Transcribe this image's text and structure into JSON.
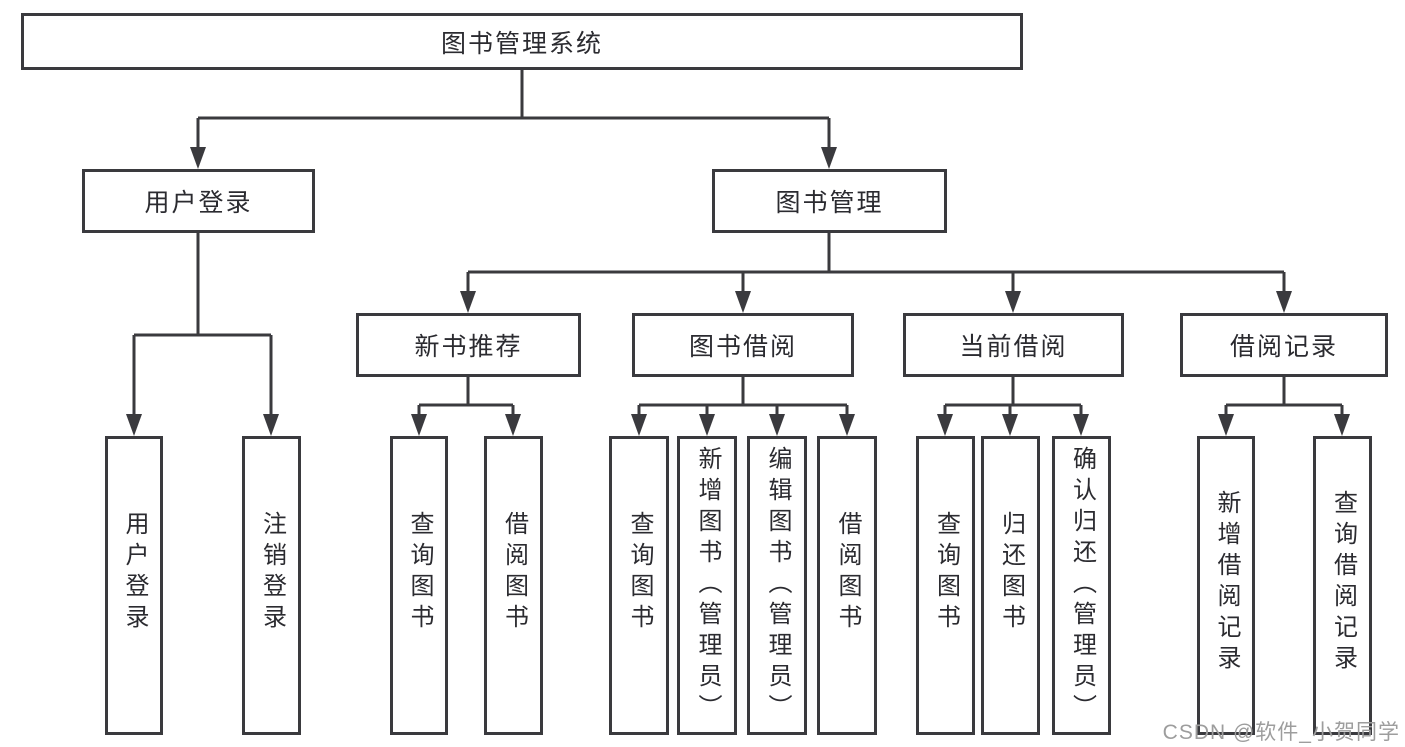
{
  "diagram": {
    "title": "图书管理系统",
    "root": {
      "label": "图书管理系统"
    },
    "level2": [
      {
        "id": "user-login",
        "label": "用户登录"
      },
      {
        "id": "book-management",
        "label": "图书管理"
      }
    ],
    "level3": [
      {
        "id": "new-book-recommend",
        "label": "新书推荐",
        "parent": "图书管理"
      },
      {
        "id": "book-borrow",
        "label": "图书借阅",
        "parent": "图书管理"
      },
      {
        "id": "current-borrow",
        "label": "当前借阅",
        "parent": "图书管理"
      },
      {
        "id": "borrow-record",
        "label": "借阅记录",
        "parent": "图书管理"
      }
    ],
    "leaves": [
      {
        "id": "login",
        "label": "用户登录",
        "parent": "用户登录"
      },
      {
        "id": "logout",
        "label": "注销登录",
        "parent": "用户登录"
      },
      {
        "id": "query-books-recommend",
        "label": "查询图书",
        "parent": "新书推荐"
      },
      {
        "id": "borrow-books-recommend",
        "label": "借阅图书",
        "parent": "新书推荐"
      },
      {
        "id": "query-books-borrow",
        "label": "查询图书",
        "parent": "图书借阅"
      },
      {
        "id": "add-books-admin",
        "label": "新增图书（管理员）",
        "parent": "图书借阅"
      },
      {
        "id": "edit-books-admin",
        "label": "编辑图书（管理员）",
        "parent": "图书借阅"
      },
      {
        "id": "borrow-books",
        "label": "借阅图书",
        "parent": "图书借阅"
      },
      {
        "id": "query-books-current",
        "label": "查询图书",
        "parent": "当前借阅"
      },
      {
        "id": "return-books",
        "label": "归还图书",
        "parent": "当前借阅"
      },
      {
        "id": "confirm-return-admin",
        "label": "确认归还（管理员）",
        "parent": "当前借阅"
      },
      {
        "id": "add-borrow-record",
        "label": "新增借阅记录",
        "parent": "借阅记录"
      },
      {
        "id": "query-borrow-record",
        "label": "查询借阅记录",
        "parent": "借阅记录"
      }
    ]
  },
  "watermark": "CSDN @软件_小贺同学",
  "colors": {
    "line": "#3a3a3e",
    "text": "#2b2b30",
    "watermark": "#9d9d9d",
    "background": "#ffffff"
  }
}
